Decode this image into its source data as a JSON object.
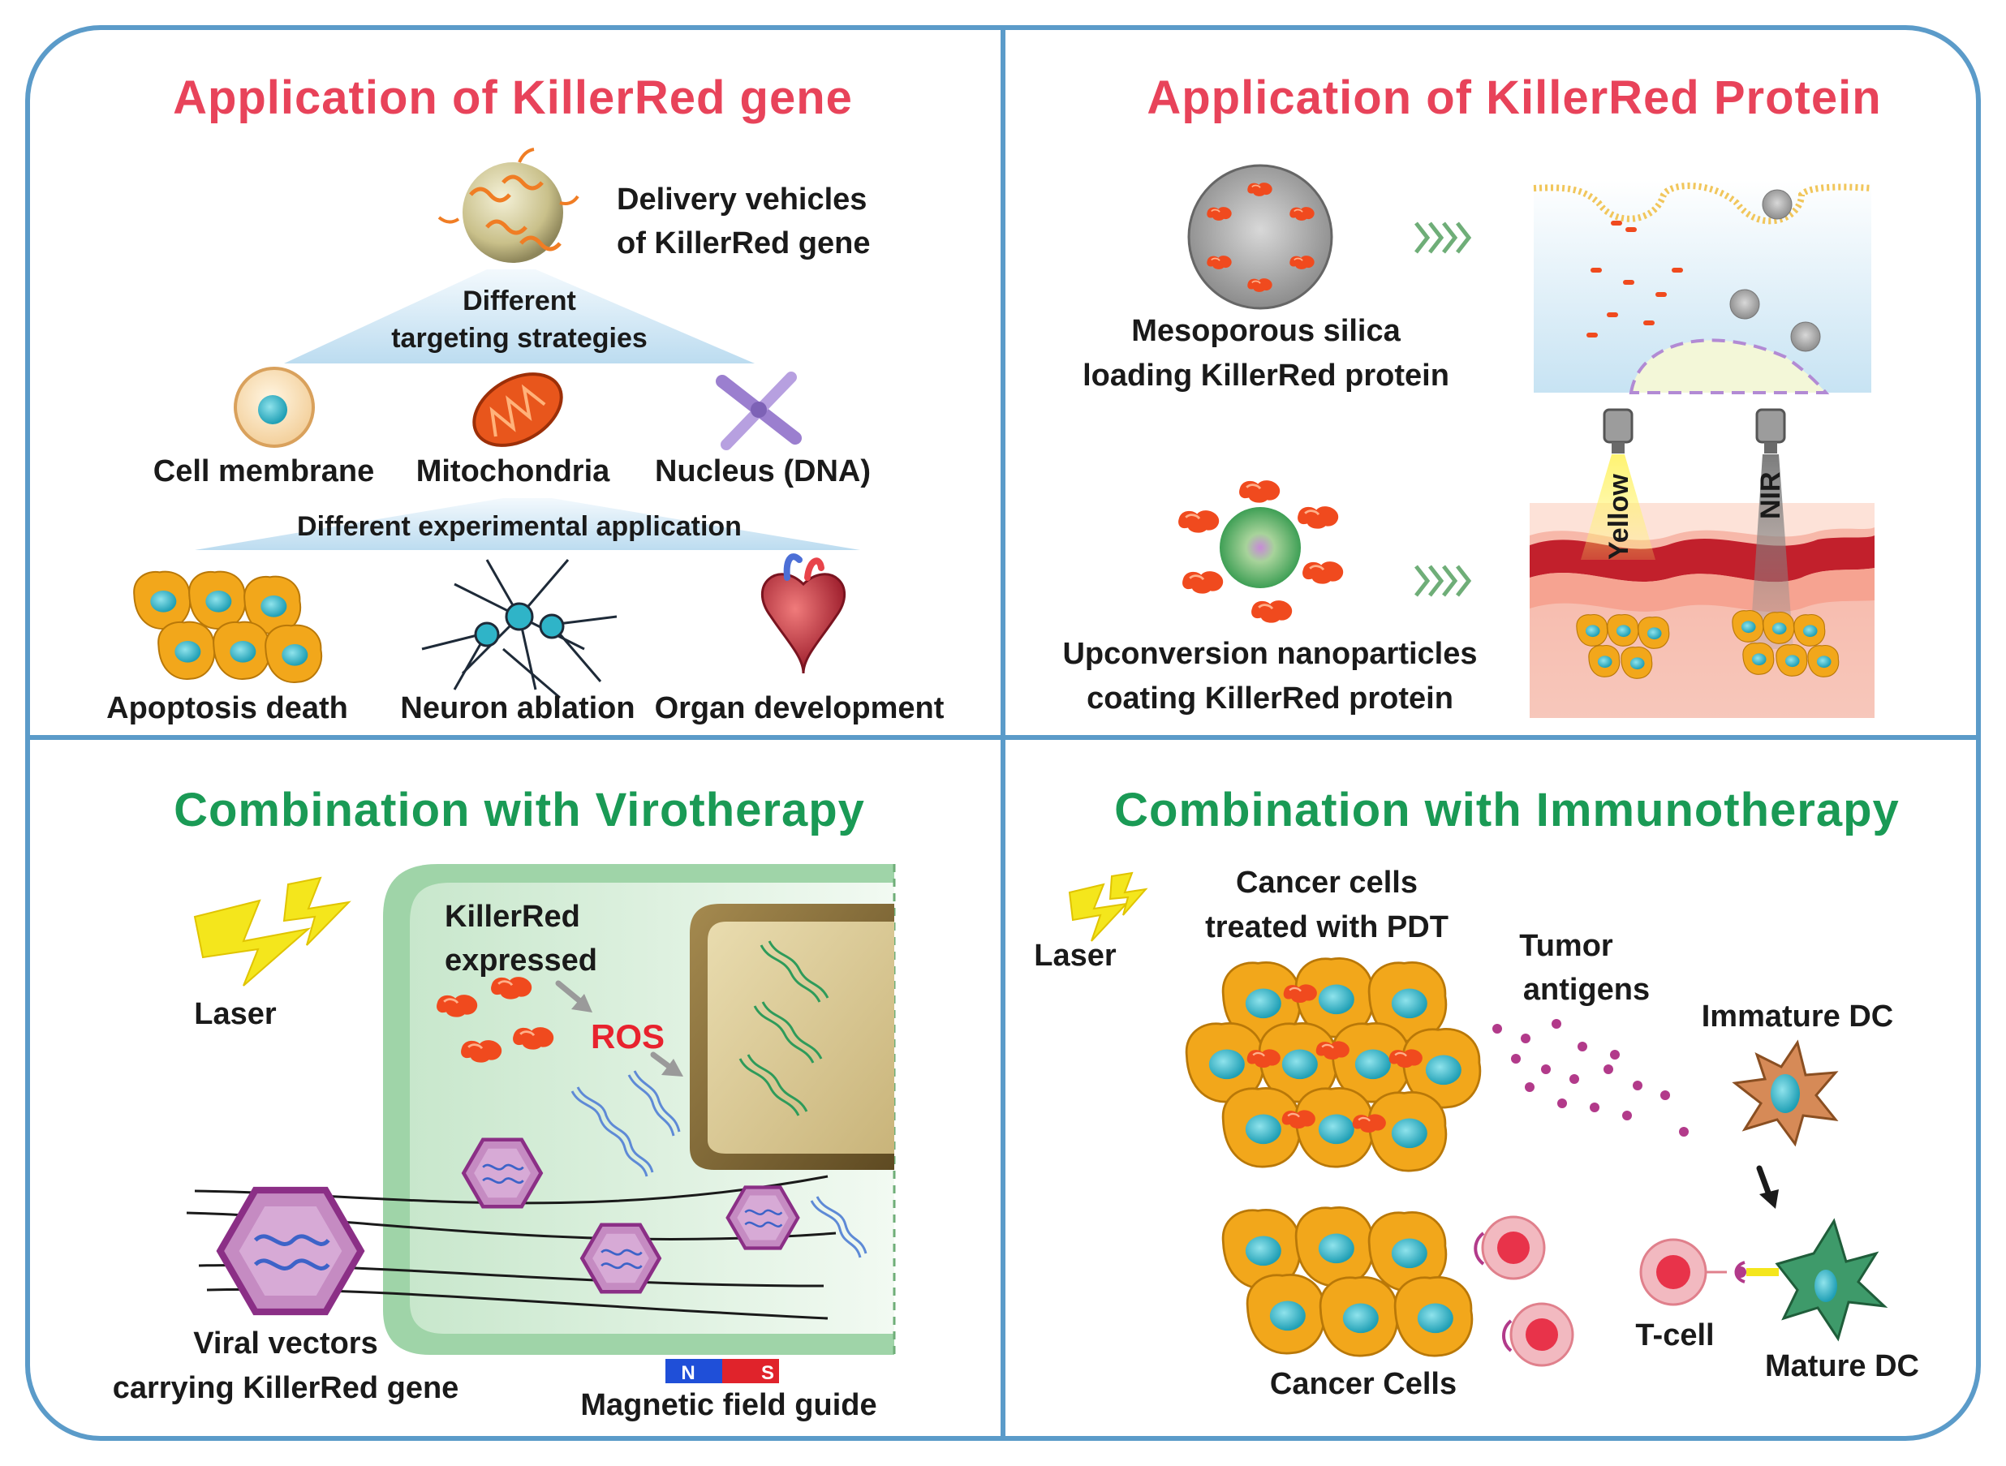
{
  "colors": {
    "frame": "#5b9bc9",
    "title_top": "#e8435a",
    "title_bottom": "#1a9a55",
    "ros": "#e8222e",
    "killerred": "#f04a1e",
    "cancer_cell": "#f2a71b",
    "nucleus": "#2fb4c8",
    "virus": "#9c3f94",
    "tumor_antigen": "#b23a8a",
    "t_cell": "#e8334a",
    "mature_dc": "#3e9a6a",
    "immature_dc": "#d68a57",
    "magnet_n": "#1f4fd8",
    "magnet_s": "#e0232b"
  },
  "panels": {
    "gene": {
      "title": "Application of KillerRed gene",
      "delivery_label_1": "Delivery vehicles",
      "delivery_label_2": "of KillerRed gene",
      "targeting_1": "Different",
      "targeting_2": "targeting strategies",
      "targets": [
        "Cell membrane",
        "Mitochondria",
        "Nucleus (DNA)"
      ],
      "application_label": "Different experimental application",
      "applications": [
        "Apoptosis death",
        "Neuron ablation",
        "Organ development"
      ]
    },
    "protein": {
      "title": "Application of KillerRed Protein",
      "silica_1": "Mesoporous silica",
      "silica_2": "loading KillerRed protein",
      "ucnp_1": "Upconversion nanoparticles",
      "ucnp_2": "coating KillerRed protein",
      "light_yellow": "Yellow",
      "light_nir": "NIR"
    },
    "viro": {
      "title": "Combination with Virotherapy",
      "laser": "Laser",
      "killerred_1": "KillerRed",
      "killerred_2": "expressed",
      "ros": "ROS",
      "vectors_1": "Viral vectors",
      "vectors_2": "carrying KillerRed gene",
      "magnet_n": "N",
      "magnet_s": "S",
      "magnetic": "Magnetic field guide"
    },
    "immuno": {
      "title": "Combination with Immunotherapy",
      "laser": "Laser",
      "treated_1": "Cancer cells",
      "treated_2": "treated with PDT",
      "antigens_1": "Tumor",
      "antigens_2": "antigens",
      "immature_dc": "Immature DC",
      "cancer_cells": "Cancer Cells",
      "t_cell": "T-cell",
      "mature_dc": "Mature DC"
    }
  }
}
